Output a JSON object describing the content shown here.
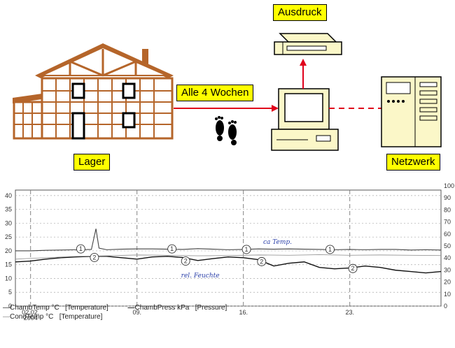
{
  "diagram": {
    "lager_label": "Lager",
    "interval_label": "Alle 4 Wochen",
    "print_label": "Ausdruck",
    "network_label": "Netzwerk",
    "colors": {
      "label_bg": "#ffff00",
      "arrow": "#e0001b",
      "house": "#b5652a",
      "device": "#fbf7c8"
    }
  },
  "chart_data": {
    "type": "line",
    "left_axis_ticks": [
      "0",
      "5",
      "10",
      "15",
      "20",
      "25",
      "30",
      "35",
      "40"
    ],
    "right_axis_ticks": [
      "0",
      "10",
      "20",
      "30",
      "40",
      "50",
      "60",
      "70",
      "80",
      "90",
      "100"
    ],
    "ylim_left": [
      0,
      42
    ],
    "ylim_right": [
      0,
      100
    ],
    "x_ticks": [
      {
        "label": "02.02.",
        "sub": "2004"
      },
      {
        "label": "09.",
        "sub": ""
      },
      {
        "label": "16.",
        "sub": ""
      },
      {
        "label": "23.",
        "sub": ""
      }
    ],
    "markers": [
      "1",
      "2",
      "1",
      "2",
      "1",
      "2",
      "1",
      "2"
    ],
    "handwritten": [
      "ca Temp.",
      "rel. Feuchte"
    ],
    "series": [
      {
        "name": "ChambTemp °C",
        "group": "[Temperature]",
        "x": [
          0,
          1,
          2,
          3,
          4,
          5,
          5.3,
          5.5,
          6,
          7,
          8,
          9,
          10,
          11,
          12,
          13,
          14,
          15,
          16,
          17,
          18,
          19,
          20,
          21,
          22,
          23,
          24,
          25,
          26,
          27,
          28
        ],
        "values": [
          20,
          20,
          20.2,
          20.3,
          20.4,
          20.5,
          28,
          21,
          20.4,
          20.6,
          20.7,
          20.7,
          20.6,
          20.5,
          20.8,
          20.6,
          20.4,
          20.5,
          20.7,
          20.6,
          20.7,
          20.6,
          20.5,
          20.4,
          20.5,
          20.4,
          20.5,
          20.5,
          20.3,
          20.4,
          20.3
        ]
      },
      {
        "name": "ChambPress kPa",
        "group": "[Pressure]",
        "x": [
          0,
          1,
          2,
          3,
          4,
          5,
          6,
          7,
          8,
          9,
          10,
          11,
          12,
          13,
          14,
          15,
          16,
          17,
          18,
          19,
          20,
          21,
          22,
          23,
          24,
          25,
          26,
          27,
          28
        ],
        "values": [
          16,
          16.3,
          17,
          17.5,
          17.8,
          18,
          18,
          17.5,
          17,
          17.8,
          18,
          17.6,
          16.5,
          17.2,
          17.8,
          17.5,
          16.8,
          14.5,
          15.5,
          16,
          14,
          13.5,
          13.8,
          14.5,
          14,
          13,
          12.5,
          12,
          12.5
        ]
      },
      {
        "name": "CondTemp °C",
        "group": "[Temperature]",
        "x": [
          0,
          2,
          4,
          6,
          8,
          10,
          12,
          14,
          16,
          18,
          20,
          22,
          24,
          26,
          28
        ],
        "values": [
          17,
          17.5,
          18,
          18.2,
          18.5,
          18.4,
          18.2,
          18.3,
          18.5,
          18.4,
          18.6,
          18.4,
          18.5,
          18.4,
          18.3
        ]
      }
    ],
    "legend": {
      "row1": [
        "ChambTemp °C",
        "[Temperature]",
        "ChambPress kPa",
        "[Pressure]"
      ],
      "row2": [
        "CondTemp °C",
        "[Temperature]"
      ]
    }
  }
}
